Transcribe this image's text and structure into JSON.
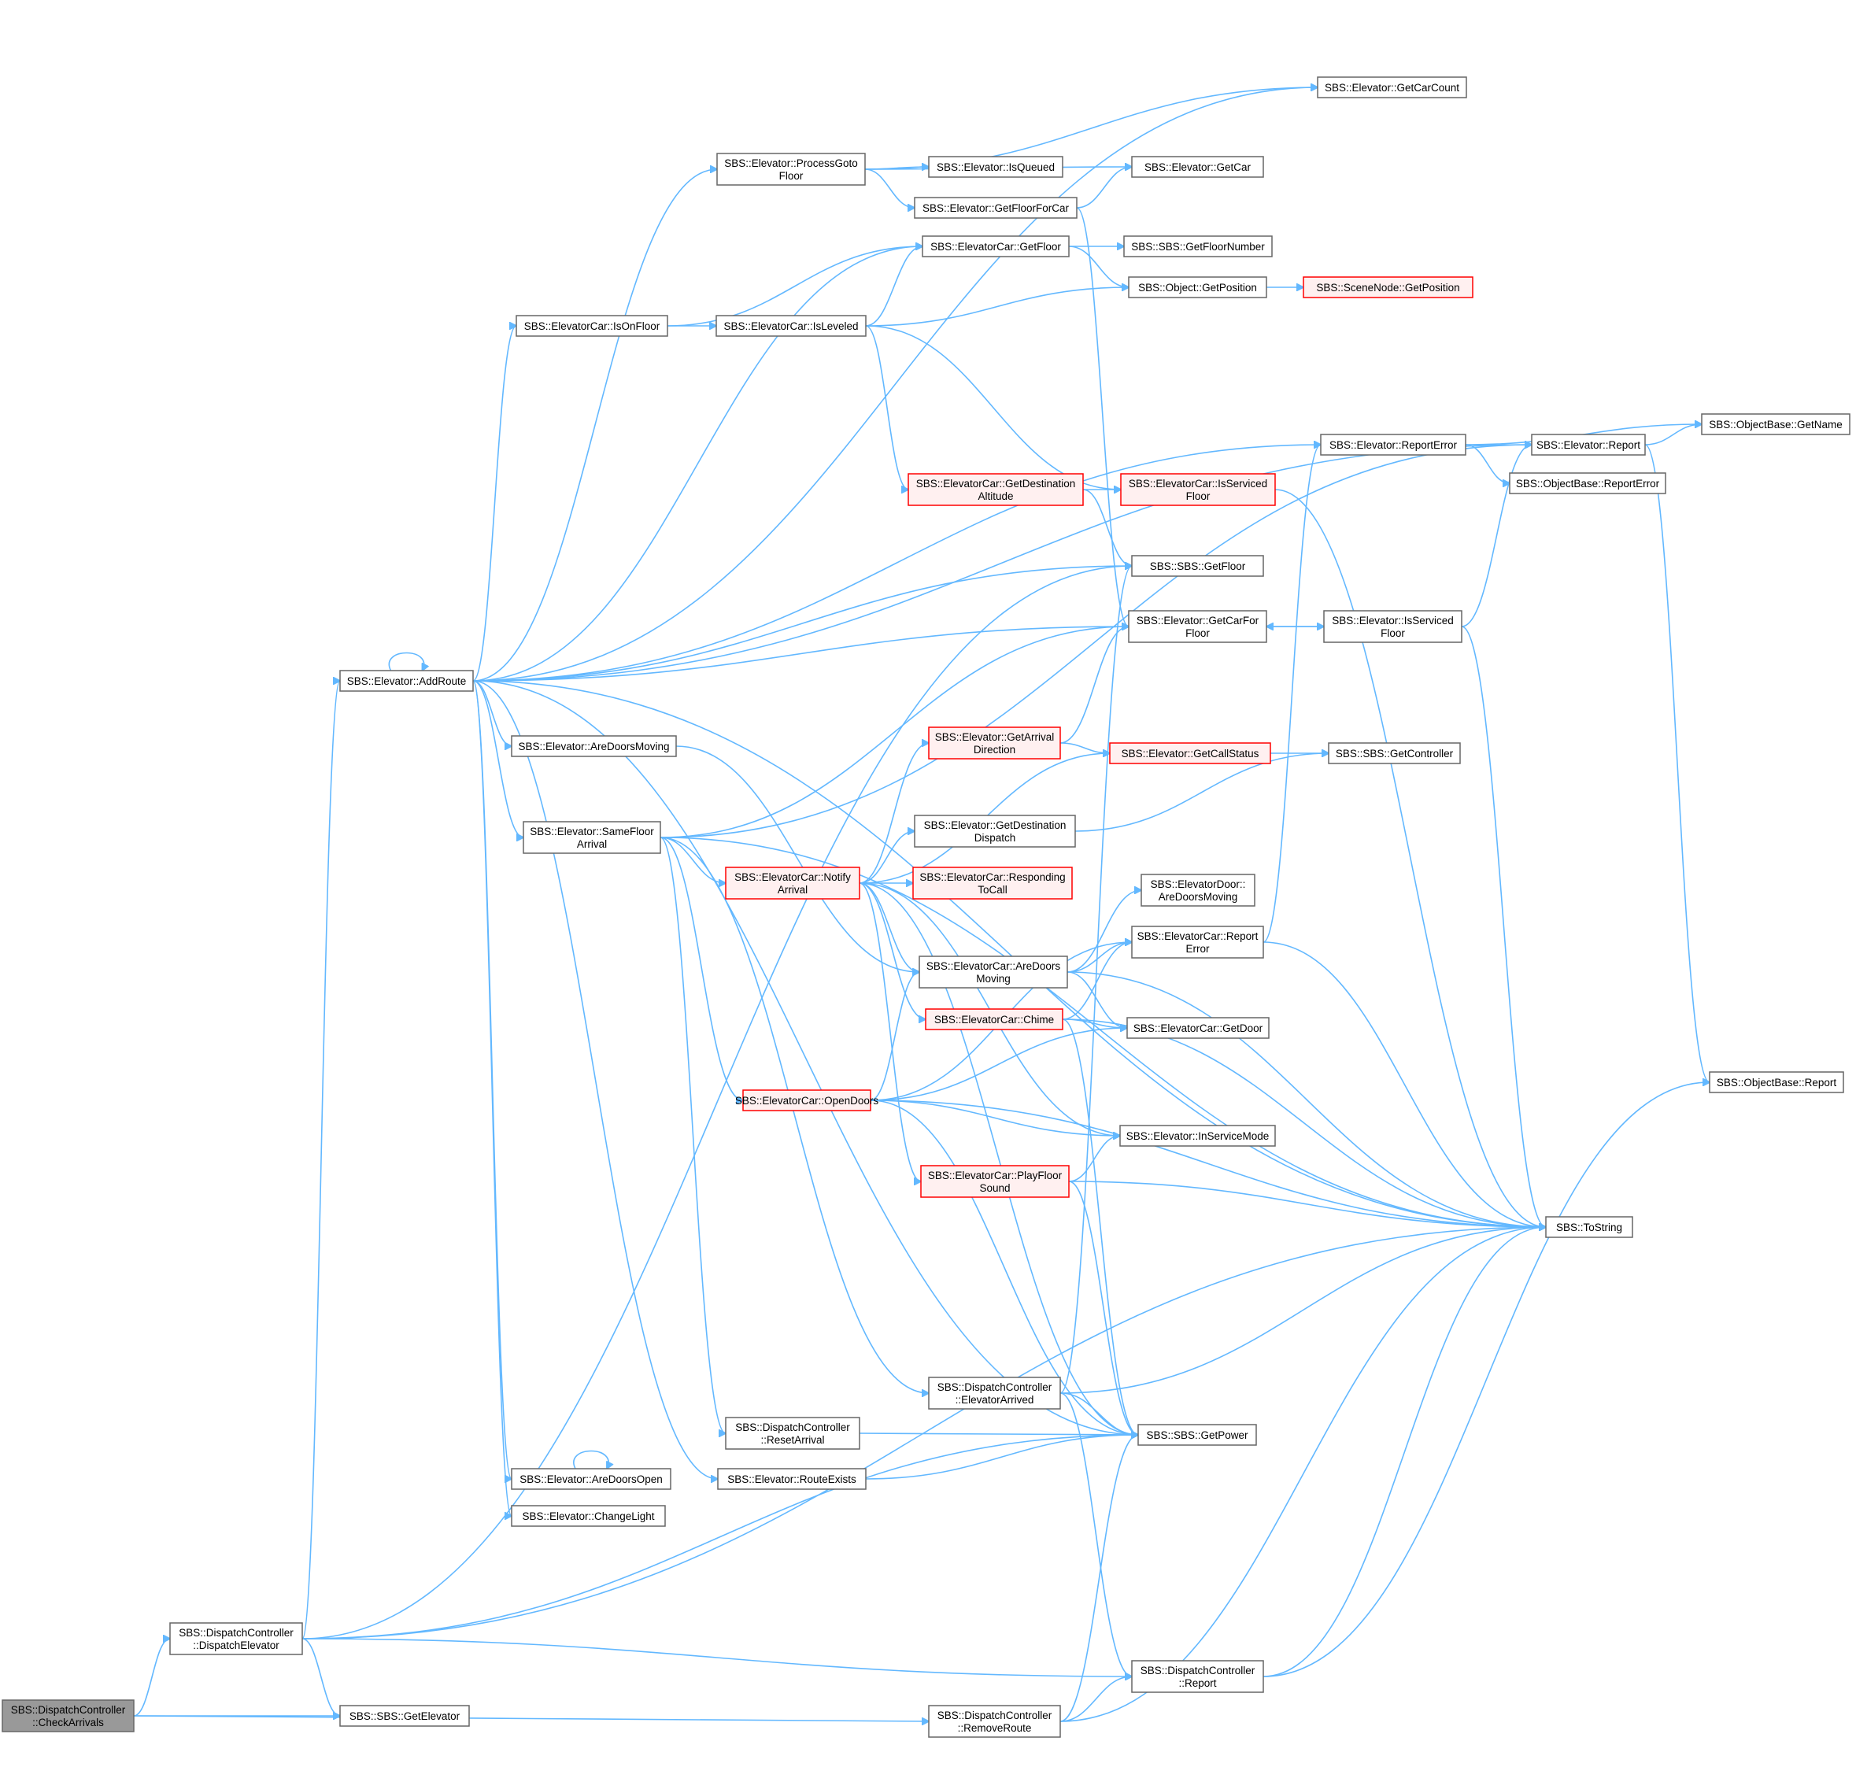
{
  "colors": {
    "edge": "#63b8ff",
    "node_border": "#666666",
    "node_fill": "#ffffff",
    "red_border": "#ff0000",
    "red_fill": "#fff0f0",
    "root_fill": "#999999"
  },
  "nodes": {
    "check_arrivals": {
      "lines": [
        "SBS::DispatchController",
        "::CheckArrivals"
      ],
      "style": "root"
    },
    "dispatch_elevator": {
      "lines": [
        "SBS::DispatchController",
        "::DispatchElevator"
      ],
      "style": "normal"
    },
    "add_route": {
      "lines": [
        "SBS::Elevator::AddRoute"
      ],
      "style": "normal"
    },
    "get_elevator": {
      "lines": [
        "SBS::SBS::GetElevator"
      ],
      "style": "normal"
    },
    "remove_route": {
      "lines": [
        "SBS::DispatchController",
        "::RemoveRoute"
      ],
      "style": "normal"
    },
    "dc_report": {
      "lines": [
        "SBS::DispatchController",
        "::Report"
      ],
      "style": "normal"
    },
    "are_doors_open": {
      "lines": [
        "SBS::Elevator::AreDoorsOpen"
      ],
      "style": "normal"
    },
    "change_light": {
      "lines": [
        "SBS::Elevator::ChangeLight"
      ],
      "style": "normal"
    },
    "are_doors_moving": {
      "lines": [
        "SBS::Elevator::AreDoorsMoving"
      ],
      "style": "normal"
    },
    "same_floor_arrival": {
      "lines": [
        "SBS::Elevator::SameFloor",
        "Arrival"
      ],
      "style": "normal"
    },
    "is_on_floor": {
      "lines": [
        "SBS::ElevatorCar::IsOnFloor"
      ],
      "style": "normal"
    },
    "process_goto_floor": {
      "lines": [
        "SBS::Elevator::ProcessGoto",
        "Floor"
      ],
      "style": "normal"
    },
    "is_leveled": {
      "lines": [
        "SBS::ElevatorCar::IsLeveled"
      ],
      "style": "normal"
    },
    "notify_arrival": {
      "lines": [
        "SBS::ElevatorCar::Notify",
        "Arrival"
      ],
      "style": "red"
    },
    "open_doors": {
      "lines": [
        "SBS::ElevatorCar::OpenDoors"
      ],
      "style": "red"
    },
    "reset_arrival": {
      "lines": [
        "SBS::DispatchController",
        "::ResetArrival"
      ],
      "style": "normal"
    },
    "route_exists": {
      "lines": [
        "SBS::Elevator::RouteExists"
      ],
      "style": "normal"
    },
    "is_queued": {
      "lines": [
        "SBS::Elevator::IsQueued"
      ],
      "style": "normal"
    },
    "get_floor_for_car": {
      "lines": [
        "SBS::Elevator::GetFloorForCar"
      ],
      "style": "normal"
    },
    "ec_get_floor": {
      "lines": [
        "SBS::ElevatorCar::GetFloor"
      ],
      "style": "normal"
    },
    "get_dest_altitude": {
      "lines": [
        "SBS::ElevatorCar::GetDestination",
        "Altitude"
      ],
      "style": "red"
    },
    "get_arrival_direction": {
      "lines": [
        "SBS::Elevator::GetArrival",
        "Direction"
      ],
      "style": "red"
    },
    "get_dest_dispatch": {
      "lines": [
        "SBS::Elevator::GetDestination",
        "Dispatch"
      ],
      "style": "normal"
    },
    "responding_to_call": {
      "lines": [
        "SBS::ElevatorCar::Responding",
        "ToCall"
      ],
      "style": "red"
    },
    "ec_are_doors_moving": {
      "lines": [
        "SBS::ElevatorCar::AreDoors",
        "Moving"
      ],
      "style": "normal"
    },
    "chime": {
      "lines": [
        "SBS::ElevatorCar::Chime"
      ],
      "style": "red"
    },
    "play_floor_sound": {
      "lines": [
        "SBS::ElevatorCar::PlayFloor",
        "Sound"
      ],
      "style": "red"
    },
    "elevator_arrived": {
      "lines": [
        "SBS::DispatchController",
        "::ElevatorArrived"
      ],
      "style": "normal"
    },
    "get_car": {
      "lines": [
        "SBS::Elevator::GetCar"
      ],
      "style": "normal"
    },
    "get_floor_number": {
      "lines": [
        "SBS::SBS::GetFloorNumber"
      ],
      "style": "normal"
    },
    "obj_get_position": {
      "lines": [
        "SBS::Object::GetPosition"
      ],
      "style": "normal"
    },
    "ec_is_serviced_floor": {
      "lines": [
        "SBS::ElevatorCar::IsServiced",
        "Floor"
      ],
      "style": "red"
    },
    "sbs_get_floor": {
      "lines": [
        "SBS::SBS::GetFloor"
      ],
      "style": "normal"
    },
    "get_car_for_floor": {
      "lines": [
        "SBS::Elevator::GetCarFor",
        "Floor"
      ],
      "style": "normal"
    },
    "get_call_status": {
      "lines": [
        "SBS::Elevator::GetCallStatus"
      ],
      "style": "red"
    },
    "door_are_doors_moving": {
      "lines": [
        "SBS::ElevatorDoor::",
        "AreDoorsMoving"
      ],
      "style": "normal"
    },
    "ec_report_error": {
      "lines": [
        "SBS::ElevatorCar::Report",
        "Error"
      ],
      "style": "normal"
    },
    "get_door": {
      "lines": [
        "SBS::ElevatorCar::GetDoor"
      ],
      "style": "normal"
    },
    "in_service_mode": {
      "lines": [
        "SBS::Elevator::InServiceMode"
      ],
      "style": "normal"
    },
    "get_power": {
      "lines": [
        "SBS::SBS::GetPower"
      ],
      "style": "normal"
    },
    "get_car_count": {
      "lines": [
        "SBS::Elevator::GetCarCount"
      ],
      "style": "normal"
    },
    "scenenode_get_position": {
      "lines": [
        "SBS::SceneNode::GetPosition"
      ],
      "style": "red"
    },
    "elevator_report_error": {
      "lines": [
        "SBS::Elevator::ReportError"
      ],
      "style": "normal"
    },
    "elevator_is_serviced_floor": {
      "lines": [
        "SBS::Elevator::IsServiced",
        "Floor"
      ],
      "style": "normal"
    },
    "get_controller": {
      "lines": [
        "SBS::SBS::GetController"
      ],
      "style": "normal"
    },
    "elevator_report": {
      "lines": [
        "SBS::Elevator::Report"
      ],
      "style": "normal"
    },
    "ob_report_error": {
      "lines": [
        "SBS::ObjectBase::ReportError"
      ],
      "style": "normal"
    },
    "to_string": {
      "lines": [
        "SBS::ToString"
      ],
      "style": "normal"
    },
    "ob_get_name": {
      "lines": [
        "SBS::ObjectBase::GetName"
      ],
      "style": "normal"
    },
    "ob_report": {
      "lines": [
        "SBS::ObjectBase::Report"
      ],
      "style": "normal"
    }
  },
  "edges": [
    [
      "check_arrivals",
      "dispatch_elevator"
    ],
    [
      "check_arrivals",
      "get_elevator"
    ],
    [
      "check_arrivals",
      "remove_route"
    ],
    [
      "dispatch_elevator",
      "add_route"
    ],
    [
      "dispatch_elevator",
      "get_elevator"
    ],
    [
      "dispatch_elevator",
      "dc_report"
    ],
    [
      "dispatch_elevator",
      "get_power"
    ],
    [
      "dispatch_elevator",
      "to_string"
    ],
    [
      "dispatch_elevator",
      "sbs_get_floor"
    ],
    [
      "add_route",
      "add_route"
    ],
    [
      "add_route",
      "are_doors_open"
    ],
    [
      "add_route",
      "change_light"
    ],
    [
      "add_route",
      "are_doors_moving"
    ],
    [
      "add_route",
      "same_floor_arrival"
    ],
    [
      "add_route",
      "is_on_floor"
    ],
    [
      "add_route",
      "process_goto_floor"
    ],
    [
      "add_route",
      "route_exists"
    ],
    [
      "add_route",
      "ec_get_floor"
    ],
    [
      "add_route",
      "get_car_count"
    ],
    [
      "add_route",
      "elevator_report"
    ],
    [
      "add_route",
      "elevator_report_error"
    ],
    [
      "add_route",
      "sbs_get_floor"
    ],
    [
      "add_route",
      "get_car_for_floor"
    ],
    [
      "add_route",
      "get_power"
    ],
    [
      "add_route",
      "to_string"
    ],
    [
      "are_doors_open",
      "are_doors_open"
    ],
    [
      "are_doors_moving",
      "ec_are_doors_moving"
    ],
    [
      "same_floor_arrival",
      "notify_arrival"
    ],
    [
      "same_floor_arrival",
      "open_doors"
    ],
    [
      "same_floor_arrival",
      "reset_arrival"
    ],
    [
      "same_floor_arrival",
      "elevator_arrived"
    ],
    [
      "same_floor_arrival",
      "get_car_for_floor"
    ],
    [
      "same_floor_arrival",
      "elevator_report"
    ],
    [
      "same_floor_arrival",
      "to_string"
    ],
    [
      "is_on_floor",
      "is_leveled"
    ],
    [
      "is_on_floor",
      "ec_get_floor"
    ],
    [
      "is_leveled",
      "ec_get_floor"
    ],
    [
      "is_leveled",
      "obj_get_position"
    ],
    [
      "is_leveled",
      "get_dest_altitude"
    ],
    [
      "is_leveled",
      "ec_is_serviced_floor"
    ],
    [
      "process_goto_floor",
      "is_queued"
    ],
    [
      "process_goto_floor",
      "get_floor_for_car"
    ],
    [
      "process_goto_floor",
      "get_car"
    ],
    [
      "process_goto_floor",
      "get_car_count"
    ],
    [
      "get_floor_for_car",
      "get_car"
    ],
    [
      "get_floor_for_car",
      "get_car_for_floor"
    ],
    [
      "ec_get_floor",
      "get_floor_number"
    ],
    [
      "ec_get_floor",
      "obj_get_position"
    ],
    [
      "obj_get_position",
      "scenenode_get_position"
    ],
    [
      "get_dest_altitude",
      "ec_is_serviced_floor"
    ],
    [
      "get_dest_altitude",
      "sbs_get_floor"
    ],
    [
      "ec_is_serviced_floor",
      "to_string"
    ],
    [
      "notify_arrival",
      "get_arrival_direction"
    ],
    [
      "notify_arrival",
      "get_call_status"
    ],
    [
      "notify_arrival",
      "get_dest_dispatch"
    ],
    [
      "notify_arrival",
      "responding_to_call"
    ],
    [
      "notify_arrival",
      "ec_are_doors_moving"
    ],
    [
      "notify_arrival",
      "chime"
    ],
    [
      "notify_arrival",
      "play_floor_sound"
    ],
    [
      "notify_arrival",
      "in_service_mode"
    ],
    [
      "notify_arrival",
      "get_power"
    ],
    [
      "get_arrival_direction",
      "get_car_for_floor"
    ],
    [
      "get_arrival_direction",
      "get_call_status"
    ],
    [
      "get_call_status",
      "get_controller"
    ],
    [
      "get_dest_dispatch",
      "get_controller"
    ],
    [
      "open_doors",
      "ec_are_doors_moving"
    ],
    [
      "open_doors",
      "ec_report_error"
    ],
    [
      "open_doors",
      "get_door"
    ],
    [
      "open_doors",
      "in_service_mode"
    ],
    [
      "open_doors",
      "get_power"
    ],
    [
      "open_doors",
      "to_string"
    ],
    [
      "ec_are_doors_moving",
      "door_are_doors_moving"
    ],
    [
      "ec_are_doors_moving",
      "ec_report_error"
    ],
    [
      "ec_are_doors_moving",
      "get_door"
    ],
    [
      "ec_are_doors_moving",
      "to_string"
    ],
    [
      "chime",
      "ec_report_error"
    ],
    [
      "chime",
      "get_door"
    ],
    [
      "chime",
      "get_power"
    ],
    [
      "chime",
      "to_string"
    ],
    [
      "play_floor_sound",
      "in_service_mode"
    ],
    [
      "play_floor_sound",
      "get_power"
    ],
    [
      "play_floor_sound",
      "to_string"
    ],
    [
      "ec_report_error",
      "elevator_report_error"
    ],
    [
      "ec_report_error",
      "to_string"
    ],
    [
      "elevator_arrived",
      "sbs_get_floor"
    ],
    [
      "elevator_arrived",
      "get_power"
    ],
    [
      "elevator_arrived",
      "dc_report"
    ],
    [
      "elevator_arrived",
      "to_string"
    ],
    [
      "reset_arrival",
      "get_power"
    ],
    [
      "route_exists",
      "get_power"
    ],
    [
      "remove_route",
      "dc_report"
    ],
    [
      "remove_route",
      "get_power"
    ],
    [
      "remove_route",
      "to_string"
    ],
    [
      "dc_report",
      "to_string"
    ],
    [
      "dc_report",
      "ob_report"
    ],
    [
      "get_car_for_floor",
      "elevator_is_serviced_floor"
    ],
    [
      "elevator_is_serviced_floor",
      "get_car_for_floor"
    ],
    [
      "elevator_is_serviced_floor",
      "elevator_report"
    ],
    [
      "elevator_is_serviced_floor",
      "to_string"
    ],
    [
      "elevator_report_error",
      "ob_report_error"
    ],
    [
      "elevator_report_error",
      "ob_get_name"
    ],
    [
      "elevator_report",
      "ob_get_name"
    ],
    [
      "elevator_report",
      "ob_report"
    ]
  ]
}
